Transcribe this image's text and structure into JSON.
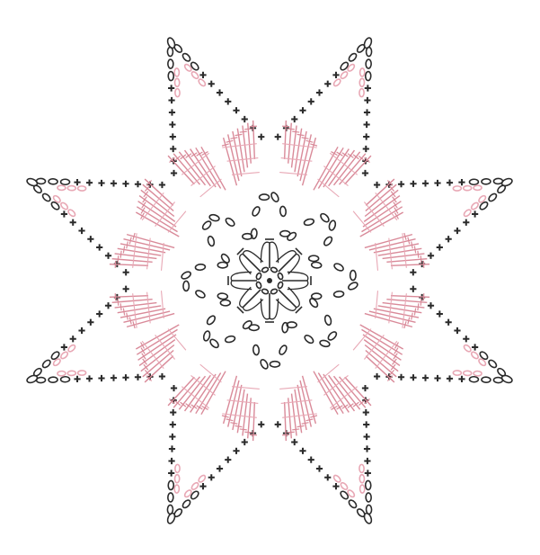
{
  "diagram": {
    "symbols": [
      {
        "name": "chain-stitch",
        "shape": "oval"
      },
      {
        "name": "single-crochet",
        "shape": "cross"
      },
      {
        "name": "double-crochet",
        "shape": "tall-post"
      }
    ],
    "colors": {
      "background": "#ffffff",
      "outline": "#222222",
      "chain": "#2b2b2b",
      "stitch_pink": "#d98a99",
      "stitch_pink_light": "#e8a8b5"
    },
    "points": 8
  }
}
